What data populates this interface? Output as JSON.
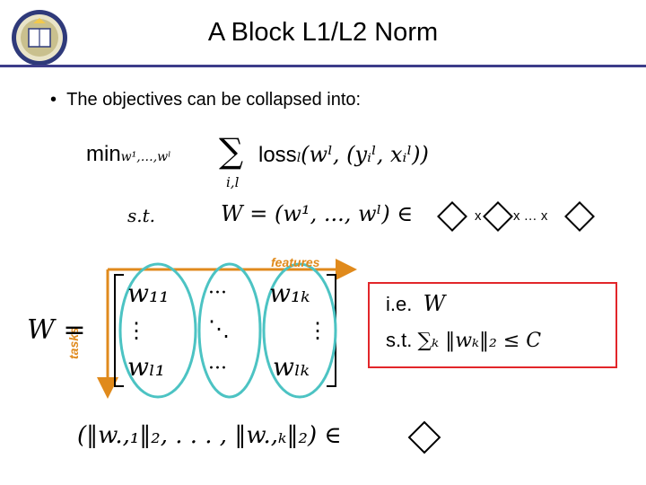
{
  "slide": {
    "title": "A Block L1/L2 Norm",
    "bullet": "The objectives can be collapsed into:"
  },
  "objective": {
    "min": "min",
    "min_sub": "w¹,…,wˡ",
    "sum": "∑",
    "sum_sub": "i,l",
    "loss": "loss",
    "loss_sub": "l",
    "loss_args": "(wˡ, (yᵢˡ, xᵢˡ))",
    "st": "s.t.",
    "constraint": "W = (w¹, ..., wˡ) ∈",
    "product_sep_1": "x",
    "product_sep_2": "x … x"
  },
  "matrix": {
    "lhs": "W =",
    "features_label": "features",
    "tasks_label": "tasks",
    "cells": {
      "w11": "w₁₁",
      "w1k": "w₁ₖ",
      "wl1": "wₗ₁",
      "wlk": "wₗₖ",
      "hdots_top": "···",
      "ddots": "⋱",
      "hdots_bottom": "···",
      "vdots_left": "⋮",
      "vdots_right": "⋮"
    }
  },
  "box": {
    "ie": "i.e.",
    "ie_math": "W",
    "st": "s.t.",
    "st_math": "∑ₖ ‖wₖ‖₂ ≤ C"
  },
  "norms": {
    "expr": "(‖w.,₁‖₂,  . . . ,  ‖w.,ₖ‖₂) ∈"
  },
  "colors": {
    "title_rule": "#3d3d8a",
    "ellipse": "#4cc3c3",
    "arrow": "#e08a1c",
    "box": "#e2262a"
  },
  "icons": {
    "seal": "university-seal-icon",
    "set": "diamond-set-icon"
  }
}
